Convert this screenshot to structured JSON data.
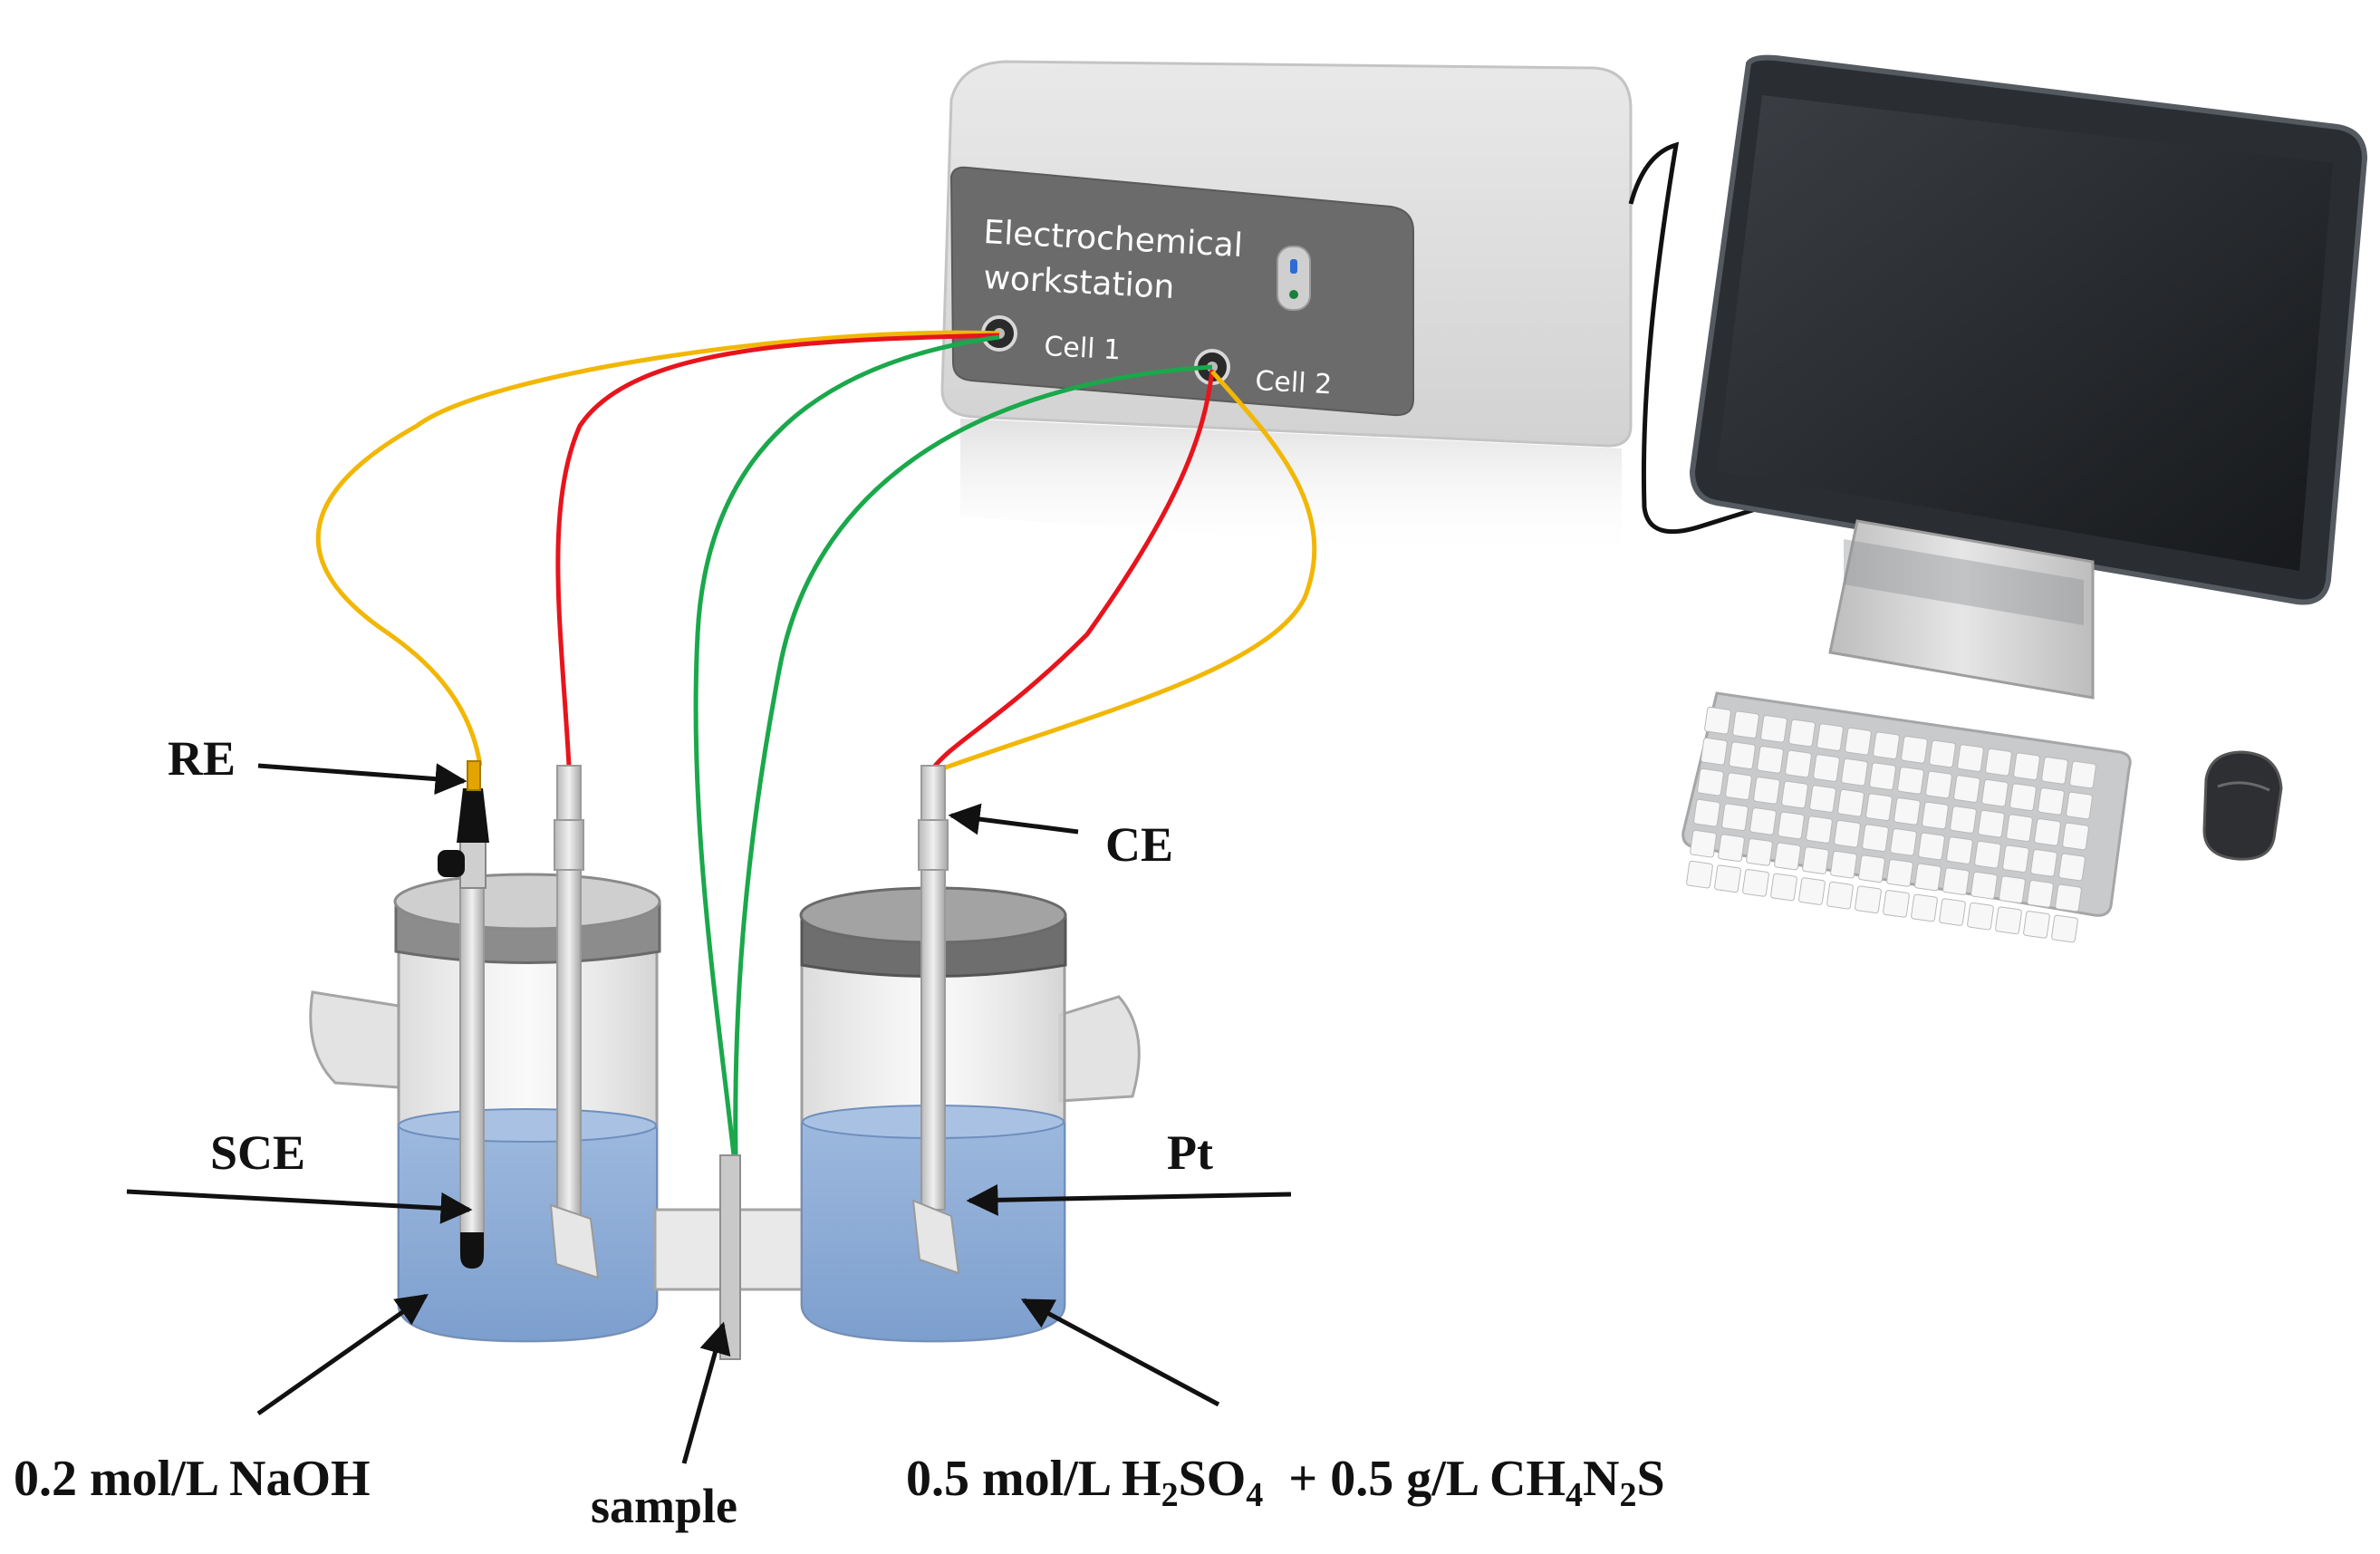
{
  "workstation": {
    "title_line1": "Electrochemical",
    "title_line2": "workstation",
    "port1_label": "Cell 1",
    "port2_label": "Cell 2"
  },
  "labels": {
    "re": "RE",
    "ce": "CE",
    "sce": "SCE",
    "pt": "Pt",
    "sample": "sample",
    "naoh": "0.2 mol/L NaOH",
    "acid_pre": "0.5 mol/L H",
    "acid_sub1": "2",
    "acid_mid": "SO",
    "acid_sub2": "4",
    "acid_plus": "  + 0.5 g/L CH",
    "acid_sub3": "4",
    "acid_n": "N",
    "acid_sub4": "2",
    "acid_s": "S"
  },
  "colors": {
    "wire_yellow": "#f2b705",
    "wire_red": "#e8141c",
    "wire_green": "#1aa84b",
    "solution": "#8fb0d8",
    "cap": "#8c8c8c",
    "device_panel": "#6e6e6e"
  }
}
